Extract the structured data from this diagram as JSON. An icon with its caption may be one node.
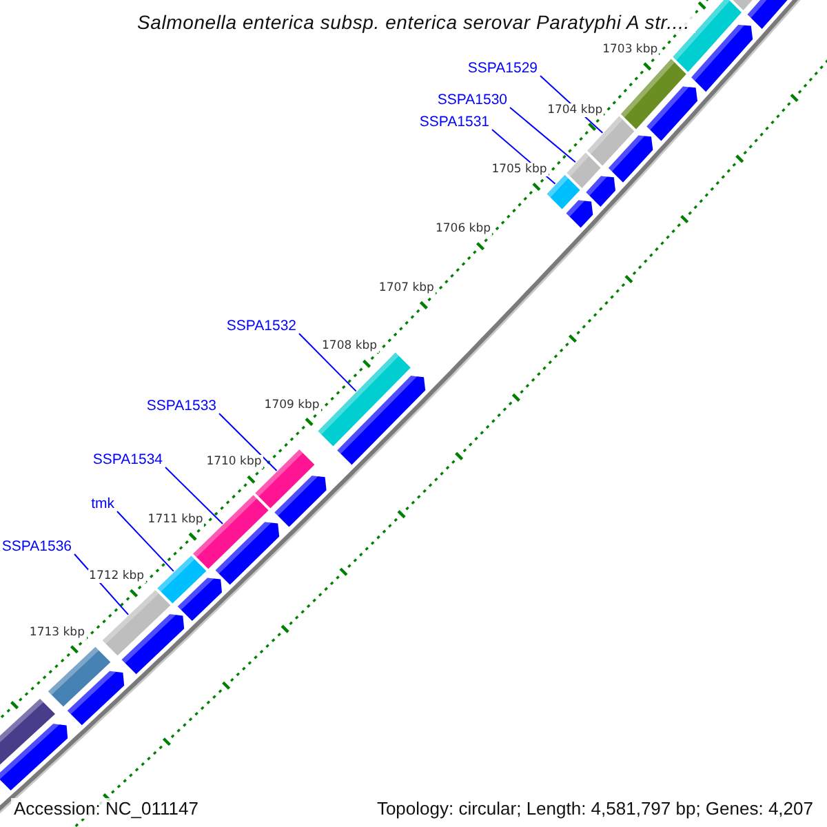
{
  "diagram": {
    "title": "Salmonella enterica subsp. enterica serovar Paratyphi A str....",
    "nodes": [
      {
        "text": [
          "SSPA1529"
        ]
      },
      {
        "text": [
          "SSPA1530"
        ]
      },
      {
        "text": [
          "SSPA1531"
        ]
      },
      {
        "text": [
          "SSPA1532"
        ]
      },
      {
        "text": [
          "SSPA1533"
        ]
      },
      {
        "text": [
          "SSPA1534"
        ]
      },
      {
        "text": [
          "tmk"
        ]
      },
      {
        "text": [
          "SSPA1536"
        ]
      },
      {
        "text": [],
        "shape": "bar"
      },
      {
        "text": [],
        "shape": "bar"
      },
      {
        "text": [],
        "shape": "bar"
      },
      {
        "text": [],
        "shape": "bar"
      },
      {
        "text": [],
        "shape": "bar"
      },
      {
        "text": [],
        "shape": "bar"
      },
      {
        "text": [],
        "shape": "bar"
      },
      {
        "text": [],
        "shape": "bar"
      },
      {
        "text": [],
        "shape": "bar"
      },
      {
        "text": [],
        "shape": "bar"
      },
      {
        "text": [],
        "shape": "bar"
      },
      {
        "text": [],
        "shape": "bar"
      },
      {
        "text": [],
        "shape": "bar"
      },
      {
        "text": [],
        "shape": "bar"
      },
      {
        "text": [],
        "shape": "bar"
      },
      {
        "text": [],
        "shape": "bar"
      },
      {
        "text": [],
        "shape": "bar"
      },
      {
        "text": [],
        "shape": "bar"
      },
      {
        "text": [],
        "shape": "bar"
      },
      {
        "text": [],
        "shape": "bar"
      },
      {
        "text": [],
        "shape": "bar"
      },
      {
        "text": [],
        "shape": "bar"
      },
      {
        "text": [],
        "shape": "bar"
      },
      {
        "text": [],
        "shape": "bar"
      },
      {
        "text": [],
        "shape": "bar"
      },
      {
        "text": [],
        "shape": "bar"
      }
    ],
    "edges": [
      {
        "from": 0,
        "to": 11,
        "arrow": "none"
      },
      {
        "from": 1,
        "to": 12,
        "arrow": "none"
      },
      {
        "from": 2,
        "to": 13,
        "arrow": "none"
      },
      {
        "from": 3,
        "to": 14,
        "arrow": "none"
      },
      {
        "from": 4,
        "to": 15,
        "arrow": "none"
      },
      {
        "from": 5,
        "to": 16,
        "arrow": "none"
      },
      {
        "from": 6,
        "to": 17,
        "arrow": "none"
      },
      {
        "from": 7,
        "to": 18,
        "arrow": "none"
      }
    ],
    "labels": [
      "1703 kbp",
      "1704 kbp",
      "1705 kbp",
      "1706 kbp",
      "1707 kbp",
      "1708 kbp",
      "1709 kbp",
      "1710 kbp",
      "1711 kbp",
      "1712 kbp",
      "1713 kbp",
      "Accession: NC_011147",
      "Topology: circular; Length: 4,581,797 bp; Genes: 4,207"
    ]
  }
}
